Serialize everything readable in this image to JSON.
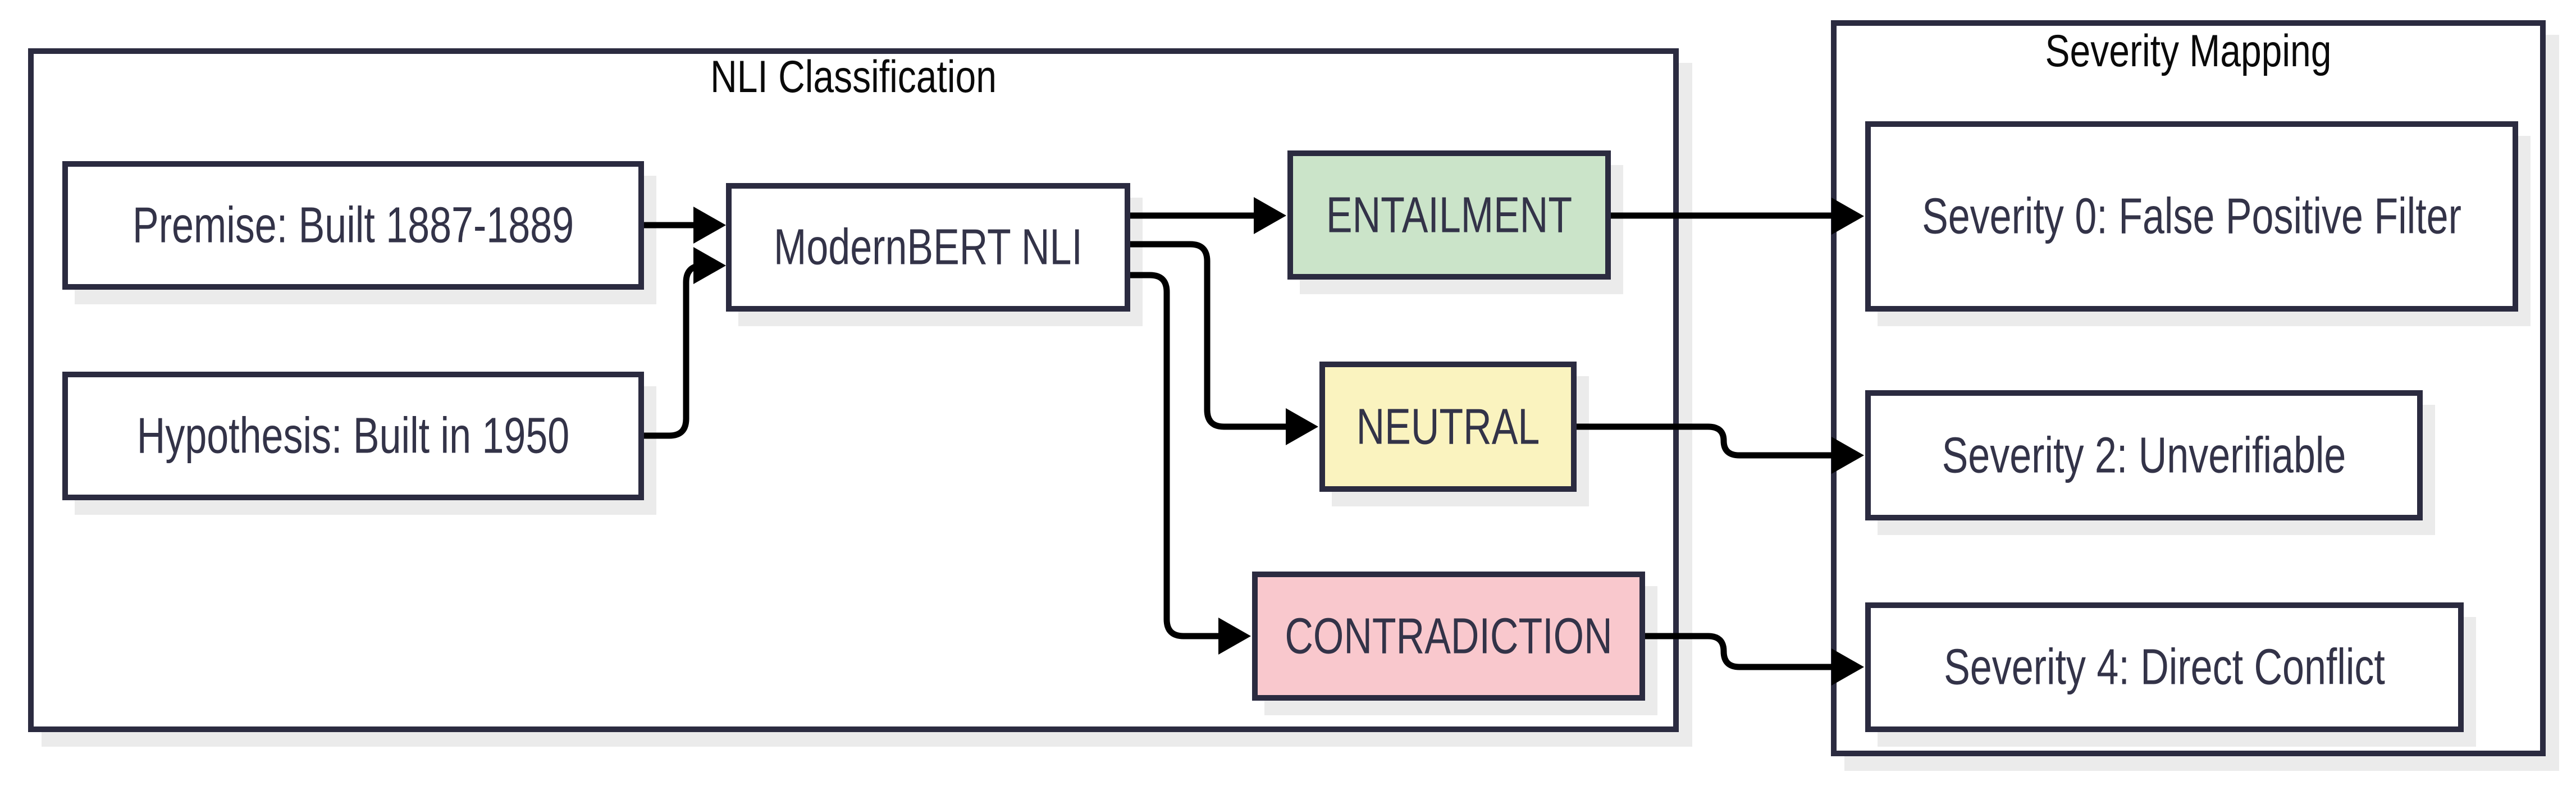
{
  "diagram": {
    "nli_panel": {
      "title": "NLI Classification"
    },
    "severity_panel": {
      "title": "Severity Mapping"
    },
    "nodes": {
      "premise": {
        "label": "Premise: Built 1887-1889",
        "fill": "#ffffff"
      },
      "hypothesis": {
        "label": "Hypothesis: Built in 1950",
        "fill": "#ffffff"
      },
      "model": {
        "label": "ModernBERT NLI",
        "fill": "#ffffff"
      },
      "entailment": {
        "label": "ENTAILMENT",
        "fill": "#cbe4c9"
      },
      "neutral": {
        "label": "NEUTRAL",
        "fill": "#faf3bf"
      },
      "contradiction": {
        "label": "CONTRADICTION",
        "fill": "#f9c8cd"
      },
      "severity0": {
        "label": "Severity 0: False Positive Filter",
        "fill": "#ffffff"
      },
      "severity2": {
        "label": "Severity 2: Unverifiable",
        "fill": "#ffffff"
      },
      "severity4": {
        "label": "Severity 4: Direct Conflict",
        "fill": "#ffffff"
      }
    },
    "edges": [
      {
        "from": "premise",
        "to": "model"
      },
      {
        "from": "hypothesis",
        "to": "model"
      },
      {
        "from": "model",
        "to": "entailment"
      },
      {
        "from": "model",
        "to": "neutral"
      },
      {
        "from": "model",
        "to": "contradiction"
      },
      {
        "from": "entailment",
        "to": "severity0"
      },
      {
        "from": "neutral",
        "to": "severity2"
      },
      {
        "from": "contradiction",
        "to": "severity4"
      }
    ],
    "colors": {
      "background": "#ffffff",
      "panel_border": "#2b2b40",
      "node_border": "#2b2b40",
      "node_text": "#333348",
      "title_text": "#0a0a0a",
      "arrow": "#000000",
      "shadow": "#ebebeb",
      "entailment_fill": "#cbe4c9",
      "neutral_fill": "#faf3bf",
      "contradiction_fill": "#f9c8cd"
    }
  }
}
